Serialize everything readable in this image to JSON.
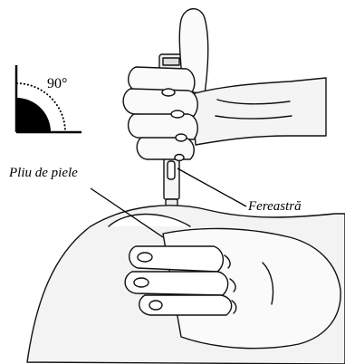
{
  "labels": {
    "angle": "90°",
    "skin_fold": "Pliu de piele",
    "window": "Fereastră"
  },
  "icons": {
    "angle_indicator": "right-angle-quarter-circle-icon",
    "pen_hand": "hand-holding-injection-pen",
    "skin_hand": "hand-pinching-skin-fold"
  },
  "colors": {
    "line": "#111111",
    "fill_dark": "#000000",
    "skin_shade": "#e8e8e8",
    "background": "#ffffff"
  }
}
